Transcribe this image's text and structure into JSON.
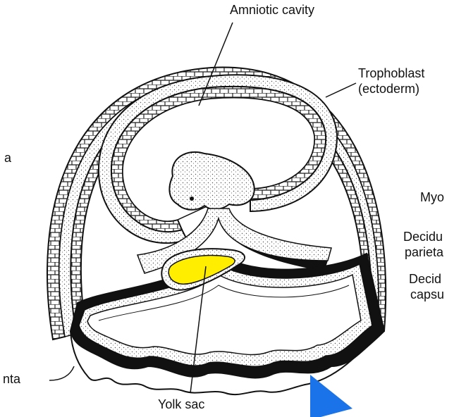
{
  "labels": {
    "amniotic_cavity": "Amniotic cavity",
    "trophoblast_line1": "Trophoblast",
    "trophoblast_line2": "(ectoderm)",
    "myo": "Myo",
    "decidu_line1": "Decidu",
    "decidu_line2": "parieta",
    "decid_line1": "Decid",
    "decid_line2": "capsu",
    "a": "a",
    "nta": "nta",
    "yolk_sac": "Yolk sac"
  },
  "colors": {
    "yolk_fill": "#ffee00",
    "pointer": "#1a73e8",
    "ink": "#111111",
    "stipple": "#555555"
  },
  "icons": {
    "pointer": "blue-triangle-pointer-icon"
  }
}
